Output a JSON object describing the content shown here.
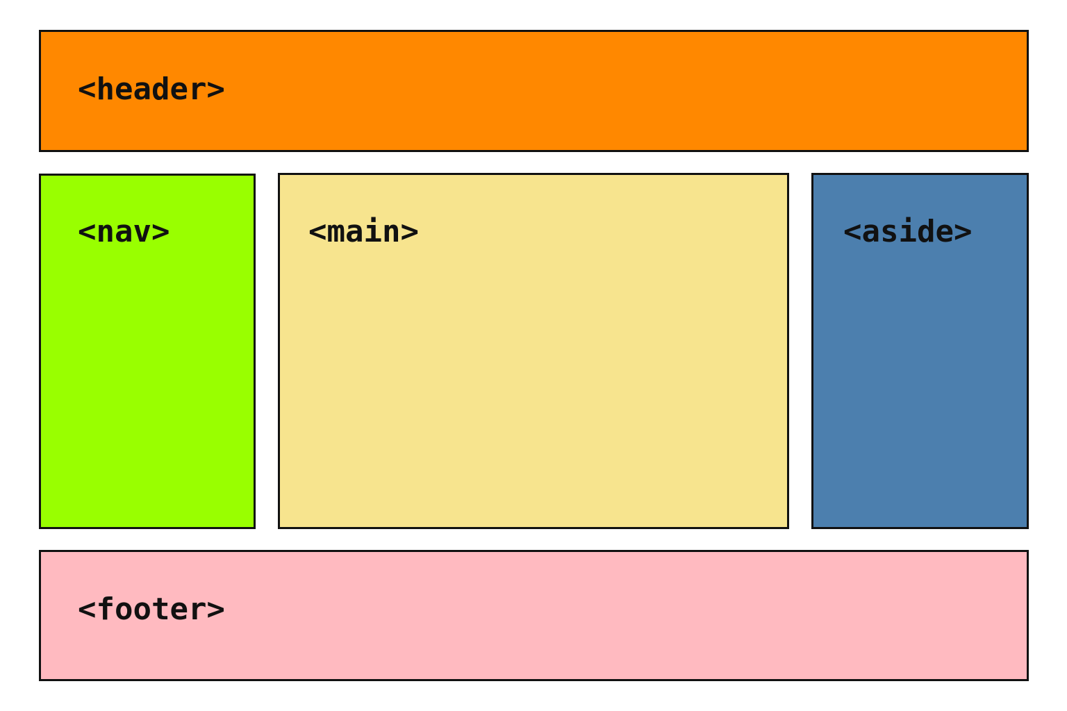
{
  "blocks": {
    "header": {
      "label": "<header>",
      "color": "#FF8800"
    },
    "nav": {
      "label": "<nav>",
      "color": "#99FF00"
    },
    "main": {
      "label": "<main>",
      "color": "#F7E48E"
    },
    "aside": {
      "label": "<aside>",
      "color": "#4C7FAE"
    },
    "footer": {
      "label": "<footer>",
      "color": "#FFBAC0"
    }
  },
  "colors": {
    "border": "#111111",
    "text": "#111111",
    "background": "#FFFFFF"
  }
}
